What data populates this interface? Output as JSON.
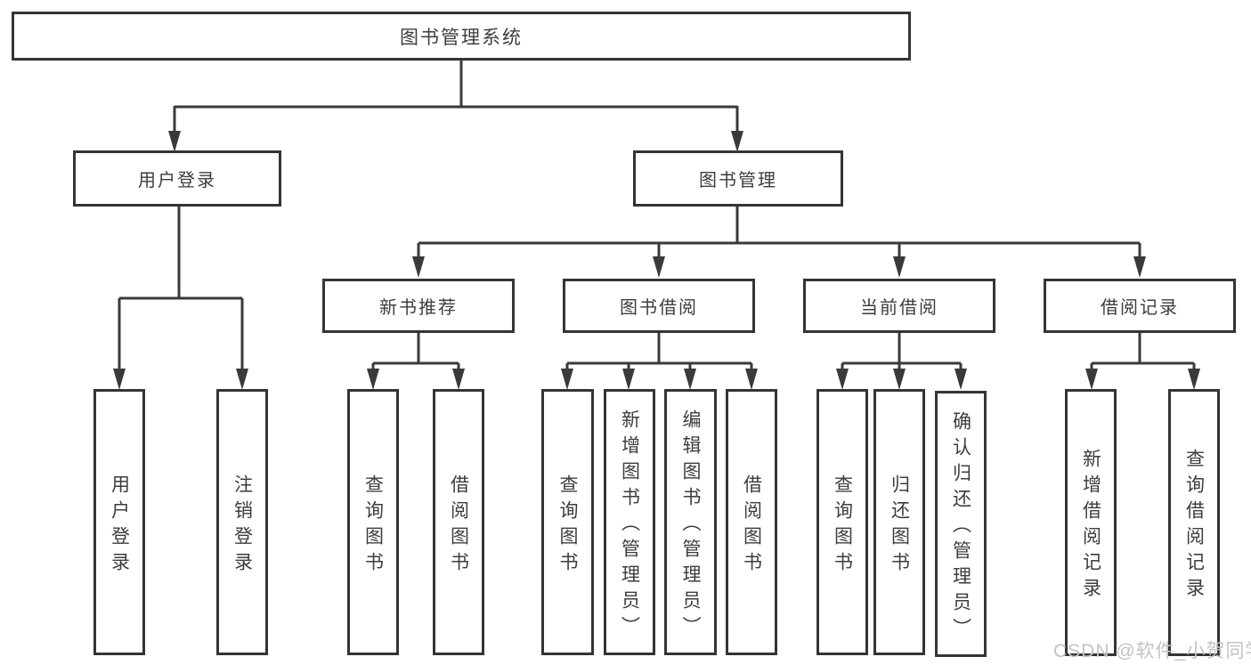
{
  "tree": {
    "root": {
      "label": "图书管理系统"
    },
    "level2": [
      {
        "label": "用户登录",
        "children": [
          {
            "label": "用户登录"
          },
          {
            "label": "注销登录"
          }
        ]
      },
      {
        "label": "图书管理",
        "children": [
          {
            "label": "新书推荐",
            "children": [
              {
                "label": "查询图书"
              },
              {
                "label": "借阅图书"
              }
            ]
          },
          {
            "label": "图书借阅",
            "children": [
              {
                "label": "查询图书"
              },
              {
                "label": "新增图书（管理员）"
              },
              {
                "label": "编辑图书（管理员）"
              },
              {
                "label": "借阅图书"
              }
            ]
          },
          {
            "label": "当前借阅",
            "children": [
              {
                "label": "查询图书"
              },
              {
                "label": "归还图书"
              },
              {
                "label": "确认归还（管理员）"
              }
            ]
          },
          {
            "label": "借阅记录",
            "children": [
              {
                "label": "新增借阅记录"
              },
              {
                "label": "查询借阅记录"
              }
            ]
          }
        ]
      }
    ]
  },
  "watermark": "CSDN @软件_小贺同学",
  "colors": {
    "line": "#3a3a3a",
    "box_border": "#343434",
    "text": "#3d3d3d",
    "watermark": "#c3c3c3",
    "background": "#ffffff"
  }
}
